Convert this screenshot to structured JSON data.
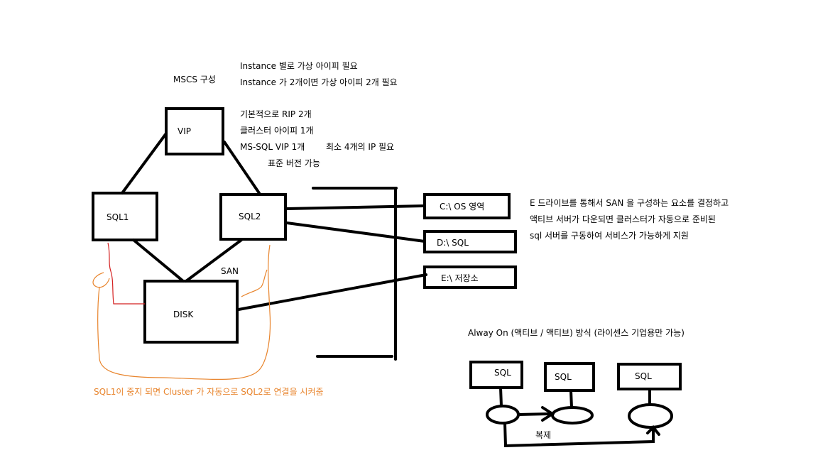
{
  "colors": {
    "ink": "#000000",
    "orange": "#e8842c",
    "red": "#d42020"
  },
  "notes": {
    "mscs": "MSCS 구성",
    "instance_line1": "Instance 별로 가상 아이피 필요",
    "instance_line2": "Instance 가 2개이면 가상 아이피 2개 필요",
    "rip": "기본적으로 RIP 2개",
    "cluster_ip": "클러스터 아이피 1개",
    "mssql_vip": "MS-SQL VIP 1개",
    "min_ip": "최소 4개의 IP 필요",
    "standard_edition": "표준 버전 가능"
  },
  "boxes": {
    "vip": "VIP",
    "sql1": "SQL1",
    "sql2": "SQL2",
    "disk": "DISK",
    "san": "SAN"
  },
  "drives": {
    "c": "C:\\     OS 영역",
    "d": "D:\\     SQL",
    "e": "E:\\ 저장소"
  },
  "san_notes": {
    "line1": "E 드라이브를 통해서 SAN 을 구성하는 요소를 결정하고",
    "line2": "액티브 서버가 다운되면 클러스터가 자동으로 준비된",
    "line3": "sql 서버를 구동하여 서비스가 가능하게 지원"
  },
  "failover_note": "SQL1이 중지 되면 Cluster 가 자동으로 SQL2로 연결을 시켜줌",
  "always_on": {
    "title": "Alway On  (액티브 / 액티브) 방식   (라이센스 기업용만 가능)",
    "node1": "SQL",
    "node2": "SQL",
    "node3": "SQL",
    "replication": "복제"
  }
}
